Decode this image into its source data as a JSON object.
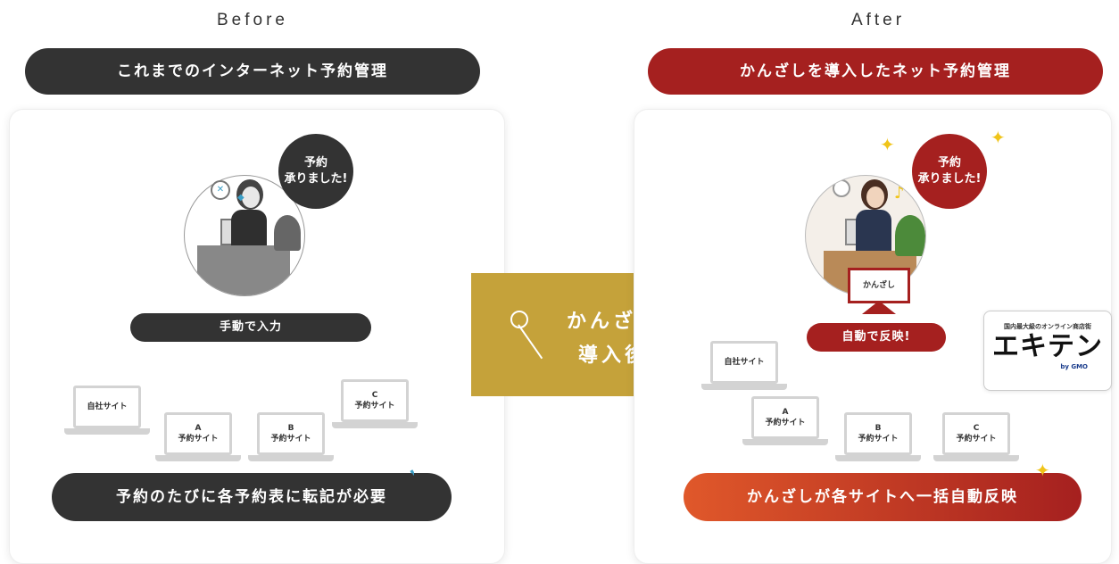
{
  "before": {
    "heading": "Before",
    "title": "これまでのインターネット予約管理",
    "bubble_line1": "予約",
    "bubble_line2": "承りました!",
    "hub_label": "手動で入力",
    "sites": [
      {
        "line1": "",
        "line2": "自社サイト"
      },
      {
        "line1": "A",
        "line2": "予約サイト"
      },
      {
        "line1": "B",
        "line2": "予約サイト"
      },
      {
        "line1": "C",
        "line2": "予約サイト"
      }
    ],
    "footer": "予約のたびに各予約表に転記が必要",
    "accent": "#333333"
  },
  "arrow": {
    "line1": "かんざし",
    "line2": "導入後",
    "color": "#c5a23a"
  },
  "after": {
    "heading": "After",
    "title": "かんざしを導入したネット予約管理",
    "bubble_line1": "予約",
    "bubble_line2": "承りました!",
    "monitor_label": "かんざし",
    "hub_label": "自動で反映!",
    "sites": [
      {
        "line1": "",
        "line2": "自社サイト"
      },
      {
        "line1": "A",
        "line2": "予約サイト"
      },
      {
        "line1": "B",
        "line2": "予約サイト"
      },
      {
        "line1": "C",
        "line2": "予約サイト"
      }
    ],
    "ekiten": {
      "tagline": "国内最大級のオンライン商店街",
      "logo": "エキテン",
      "by": "by GMO"
    },
    "footer": "かんざしが各サイトへ一括自動反映",
    "accent": "#a5201f"
  }
}
